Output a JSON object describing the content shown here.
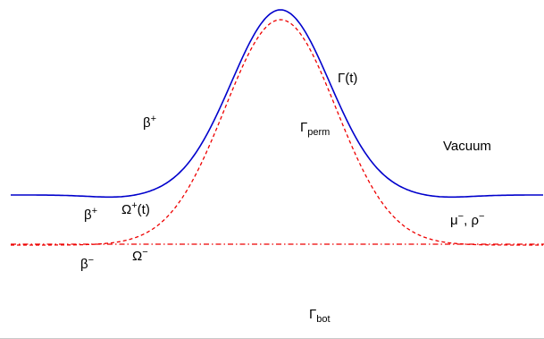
{
  "colors": {
    "interface_curve": "#0000cc",
    "permeable_curve": "#ee0000",
    "text": "#000000",
    "bottom_rule": "#c8c8c8"
  },
  "curves": {
    "interface": {
      "label_base": "Γ",
      "label_suffix": "(t)",
      "style": "solid"
    },
    "permeable": {
      "label_base": "Γ",
      "label_sub": "perm",
      "style": "dashed"
    },
    "lower_boundary": {
      "style": "dash-dot"
    }
  },
  "labels": {
    "beta_plus_top": {
      "base": "β",
      "sup": "+"
    },
    "beta_plus_left": {
      "base": "β",
      "sup": "+"
    },
    "omega_plus": {
      "base": "Ω",
      "sup": "+",
      "suffix": "(t)"
    },
    "beta_minus": {
      "base": "β",
      "sup": "−"
    },
    "omega_minus": {
      "base": "Ω",
      "sup": "−"
    },
    "vacuum": "Vacuum",
    "mu_rho": {
      "mu": "μ",
      "mu_sup": "−",
      "sep": ", ",
      "rho": "ρ",
      "rho_sup": "−"
    },
    "gamma_bot": {
      "base": "Γ",
      "sub": "bot"
    }
  }
}
